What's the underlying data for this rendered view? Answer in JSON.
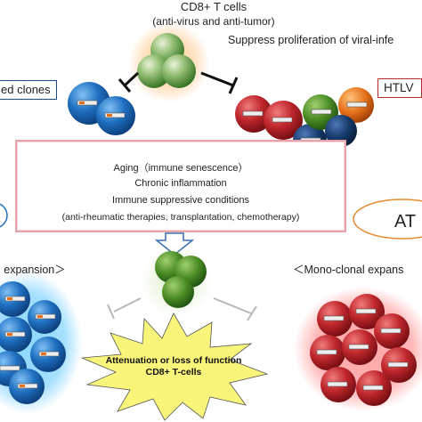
{
  "top": {
    "cd8_title": "CD8+ T cells",
    "cd8_subtitle": "(anti-virus and anti-tumor)",
    "suppress_text": "Suppress proliferation of viral-infe"
  },
  "labels": {
    "left_clones": "ed clones",
    "right_htlv": "HTLV",
    "at_oval": "AT"
  },
  "factors_box": {
    "line1": "Aging（immune senescence）",
    "line2": "Chronic inflammation",
    "line3": "Immune suppressive conditions",
    "line4": "(anti-rheumatic therapies, transplantation, chemotherapy)"
  },
  "bottom": {
    "poly_label": "l expansion＞",
    "mono_label": "＜Mono-clonal expans",
    "atten_line1": "Attenuation or loss of function",
    "atten_line2": "CD8+ T-cells"
  },
  "colors": {
    "cd8_cell": "#3f8a2a",
    "blue_cell": "#1f6fc0",
    "red_cell": "#c0272d",
    "orange_cell": "#e6711b",
    "navy_cell": "#153a6b",
    "green_cell": "#4d8b22",
    "factor_box_border": "#e7a3a9",
    "starburst": "#f9f57a",
    "arrow_blue": "#3a6fb0"
  }
}
